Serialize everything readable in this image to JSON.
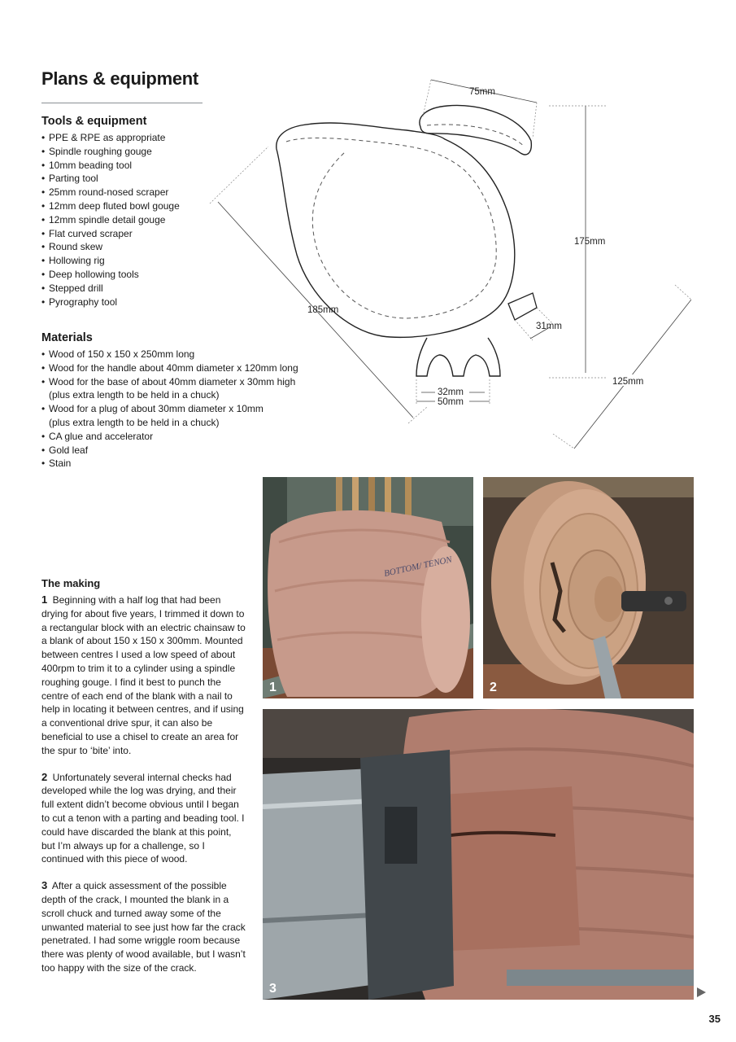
{
  "header": {
    "title": "Plans & equipment"
  },
  "tools": {
    "heading": "Tools & equipment",
    "items": [
      "PPE & RPE as appropriate",
      "Spindle roughing gouge",
      "10mm beading tool",
      "Parting tool",
      "25mm round-nosed scraper",
      "12mm deep fluted bowl gouge",
      "12mm spindle detail gouge",
      "Flat curved scraper",
      "Round skew",
      "Hollowing rig",
      "Deep hollowing tools",
      "Stepped drill",
      "Pyrography tool"
    ]
  },
  "materials": {
    "heading": "Materials",
    "items": [
      {
        "line1": "Wood of 150 x 150 x 250mm long",
        "line2": ""
      },
      {
        "line1": "Wood for the handle about 40mm diameter x 120mm long",
        "line2": ""
      },
      {
        "line1": "Wood for the base of about 40mm diameter x 30mm high",
        "line2": "(plus extra length to be held in a chuck)"
      },
      {
        "line1": "Wood for a plug of about 30mm diameter x 10mm",
        "line2": "(plus extra length to be held in a chuck)"
      },
      {
        "line1": "CA glue and accelerator",
        "line2": ""
      },
      {
        "line1": "Gold leaf",
        "line2": ""
      },
      {
        "line1": "Stain",
        "line2": ""
      }
    ]
  },
  "diagram": {
    "dimensions": {
      "handle": "75mm",
      "height": "175mm",
      "diagonal": "185mm",
      "plug": "31mm",
      "base_inner": "32mm",
      "base_outer": "50mm",
      "body": "125mm"
    }
  },
  "making": {
    "heading": "The making",
    "steps": [
      {
        "num": "1",
        "text": "Beginning with a half log that had been drying for about five years, I trimmed it down to a rectangular block with an electric chainsaw to a blank of about 150 x 150 x 300mm. Mounted between centres I used a low speed of about 400rpm to trim it to a cylinder using a spindle roughing gouge. I find it best to punch the centre of each end of the blank with a nail to help in locating it between centres, and if using a conventional drive spur, it can also be beneficial to use a chisel to create an area for the spur to ‘bite’ into."
      },
      {
        "num": "2",
        "text": "Unfortunately several internal checks had developed while the log was drying, and their full extent didn’t become obvious until I began to cut a tenon with a parting and beading tool. I could have discarded the blank at this point, but I’m always up for a challenge, so I continued with this piece of wood."
      },
      {
        "num": "3",
        "text": "After a quick assessment of the possible depth of the crack, I mounted the blank in a scroll chuck and turned away some of the unwanted material to see just how far the crack penetrated. I had some wriggle room because there was plenty of wood available, but I wasn’t too happy with the size of the crack."
      }
    ]
  },
  "photos": [
    {
      "num": "1",
      "pencil_text": "BOTTOM/ TENON"
    },
    {
      "num": "2"
    },
    {
      "num": "3"
    }
  ],
  "footer": {
    "page_number": "35"
  }
}
